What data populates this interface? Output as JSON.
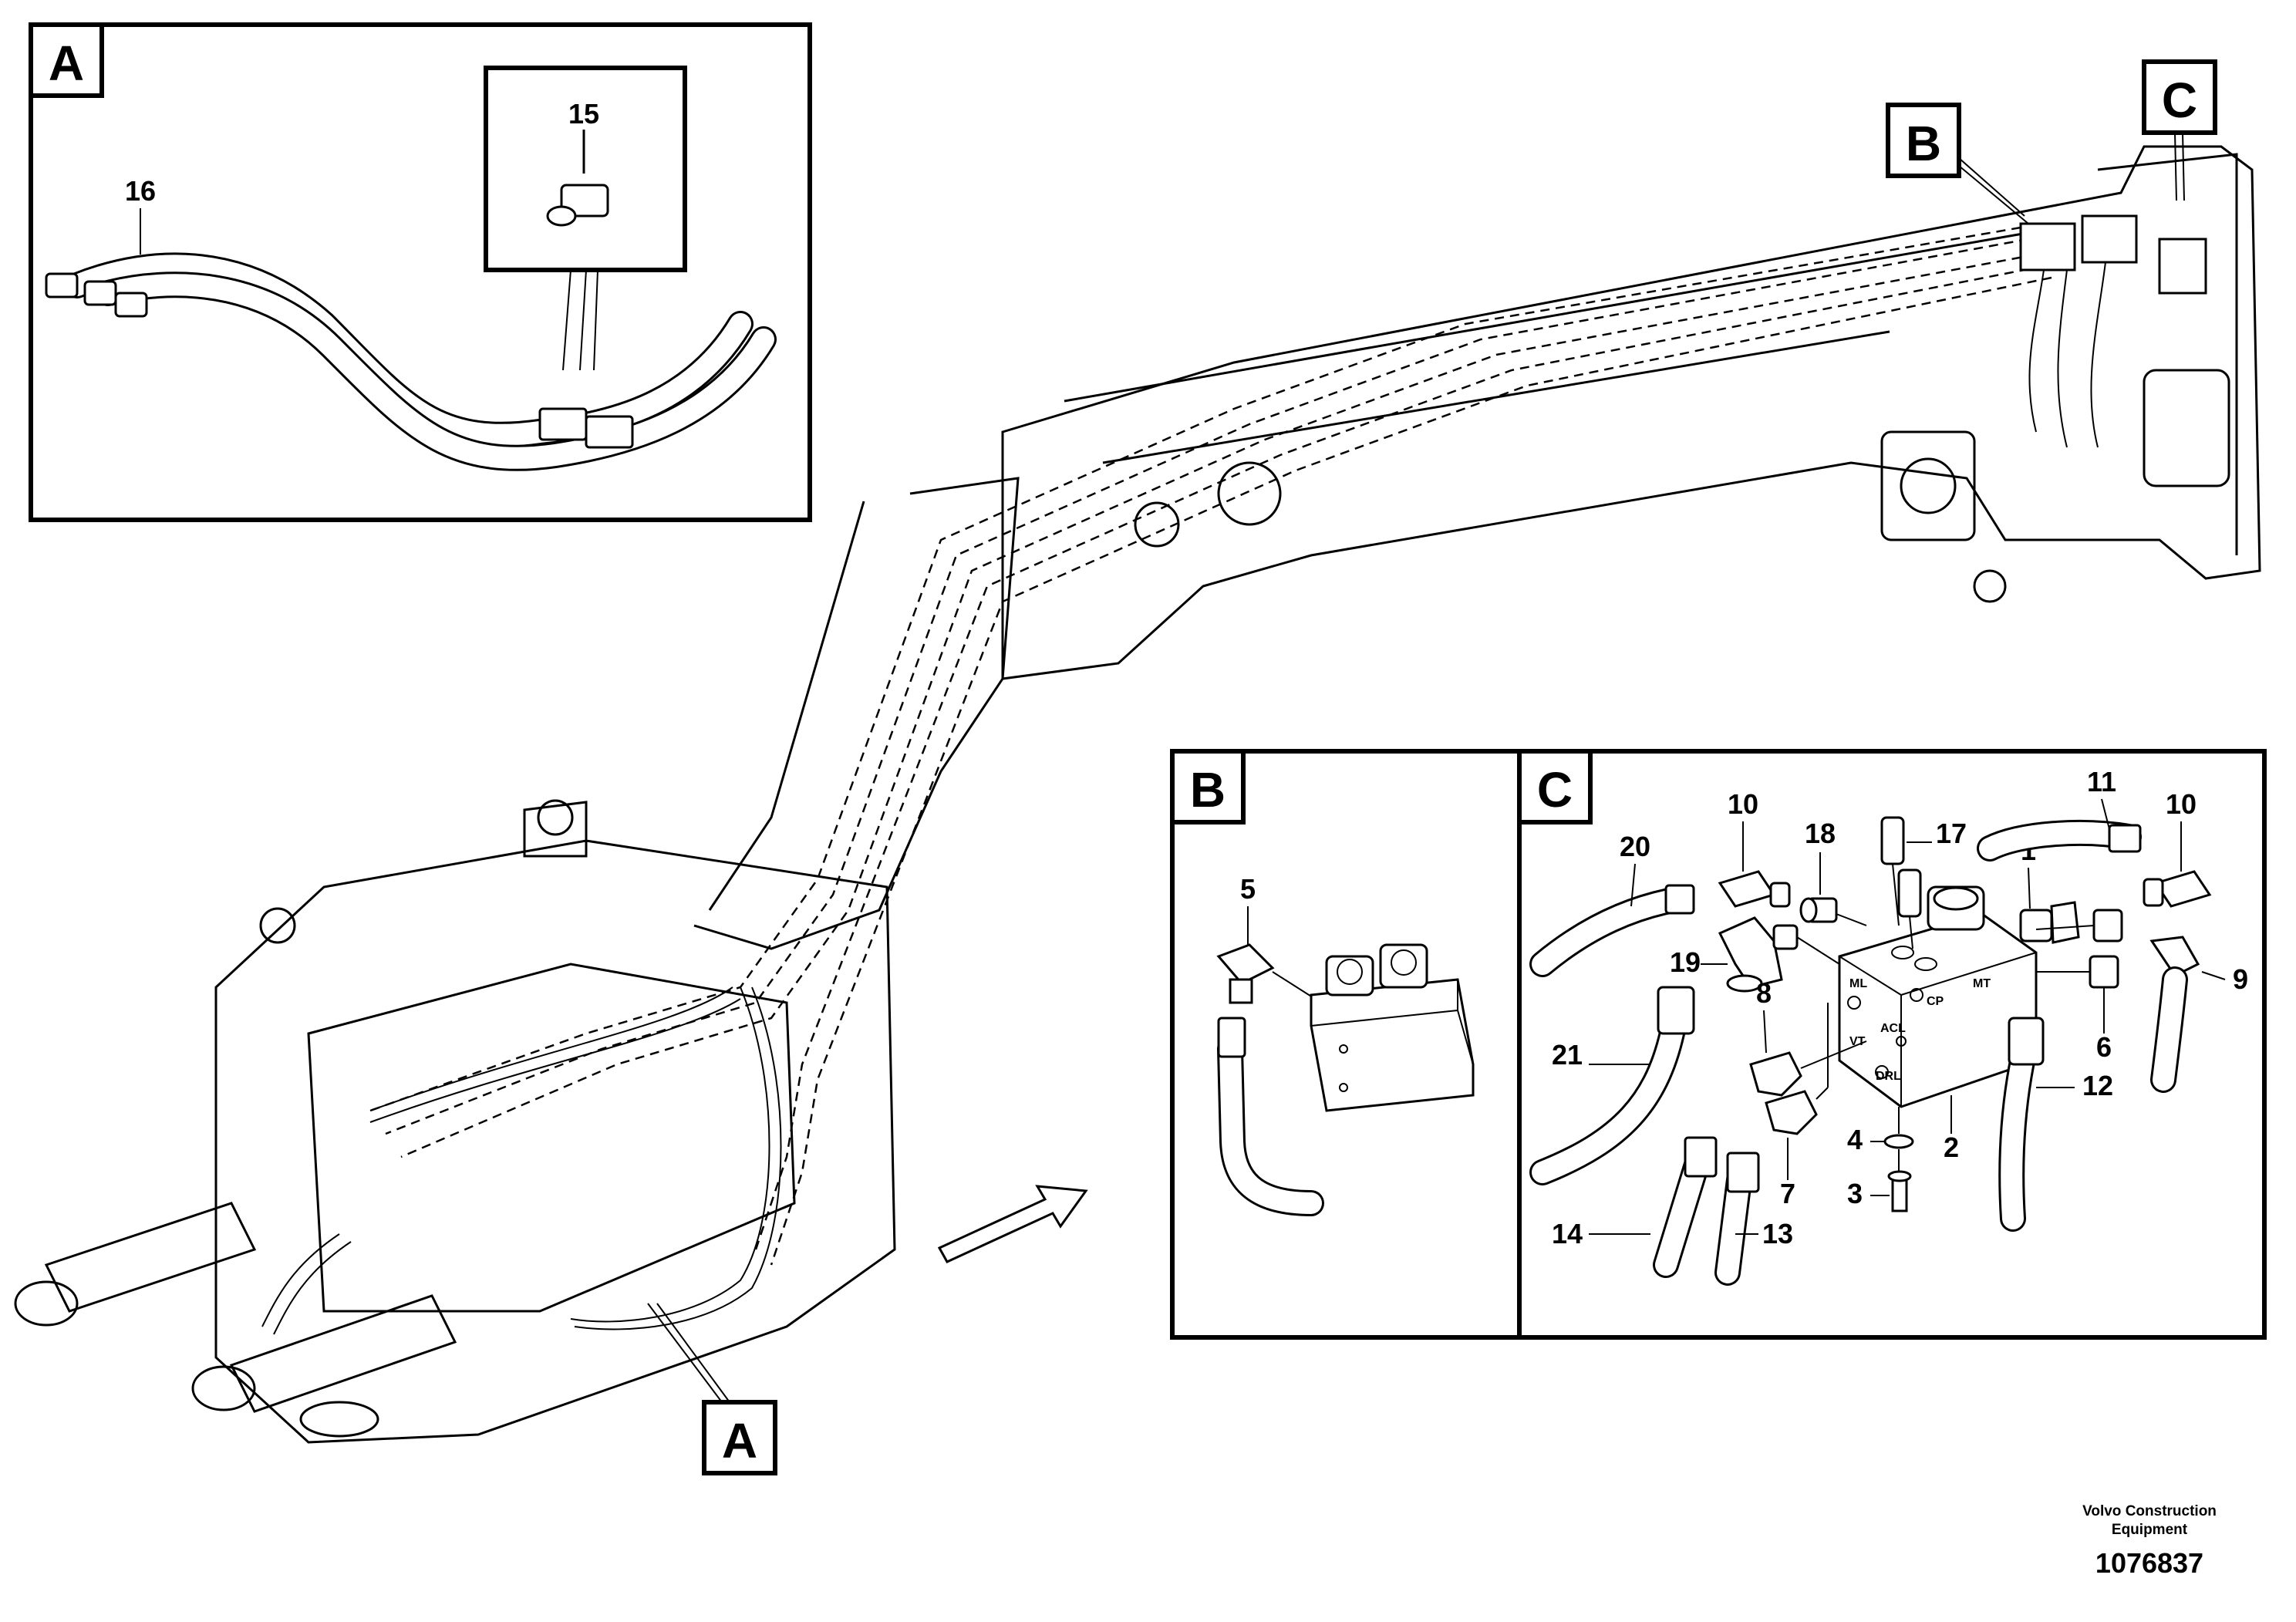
{
  "views": {
    "a": {
      "letter": "A"
    },
    "b": {
      "letter": "B"
    },
    "c": {
      "letter": "C"
    }
  },
  "callouts": {
    "main": {
      "a": "A",
      "b": "B",
      "c": "C"
    }
  },
  "parts": {
    "p1": "1",
    "p2": "2",
    "p3": "3",
    "p4": "4",
    "p5": "5",
    "p6": "6",
    "p7": "7",
    "p8": "8",
    "p9": "9",
    "p10a": "10",
    "p10b": "10",
    "p11": "11",
    "p12": "12",
    "p13": "13",
    "p14": "14",
    "p15": "15",
    "p16": "16",
    "p17": "17",
    "p18": "18",
    "p19": "19",
    "p20": "20",
    "p21": "21"
  },
  "block_ports": {
    "ml": "ML",
    "cp": "CP",
    "mt": "MT",
    "acl": "ACL",
    "vt": "VT",
    "drl": "DRL"
  },
  "footer": {
    "company": "Volvo Construction Equipment",
    "drawing_number": "1076837"
  }
}
